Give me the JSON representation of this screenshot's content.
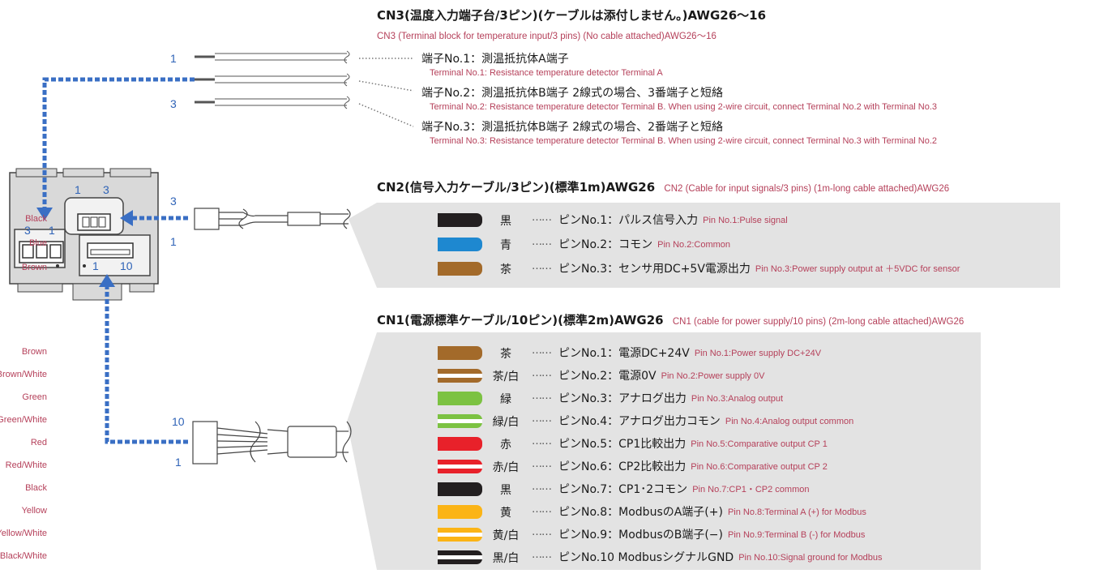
{
  "cn3": {
    "title": "CN3(温度入力端子台/3ピン)(ケーブルは添付しません。)AWG26〜16",
    "subtitle": "CN3 (Terminal block for temperature input/3 pins) (No cable attached)AWG26〜16",
    "wire_labels": [
      "1",
      "3"
    ],
    "terminals": [
      {
        "jp": "端子No.1：測温抵抗体A端子",
        "en": "Terminal No.1: Resistance temperature detector Terminal A"
      },
      {
        "jp": "端子No.2：測温抵抗体B端子 2線式の場合、3番端子と短絡",
        "en": "Terminal No.2: Resistance temperature detector Terminal B. When using 2-wire circuit, connect Terminal No.2 with Terminal No.3"
      },
      {
        "jp": "端子No.3：測温抵抗体B端子 2線式の場合、2番端子と短絡",
        "en": "Terminal No.3: Resistance temperature detector Terminal B. When using 2-wire circuit, connect Terminal No.3 with Terminal No.2"
      }
    ]
  },
  "cn2": {
    "title": "CN2(信号入力ケーブル/3ピン)(標準1m)AWG26",
    "subtitle": "CN2 (Cable for input signals/3 pins) (1m-long cable attached)AWG26",
    "connector_labels": {
      "top": "3",
      "bottom": "1"
    },
    "pins": [
      {
        "color_name": "Black",
        "kanji": "黒",
        "color": "#231f20",
        "stripe": false,
        "jp": "ピンNo.1：パルス信号入力",
        "en": "Pin No.1:Pulse signal"
      },
      {
        "color_name": "Blue",
        "kanji": "青",
        "color": "#1e88d0",
        "stripe": false,
        "jp": "ピンNo.2：コモン",
        "en": "Pin No.2:Common"
      },
      {
        "color_name": "Brown",
        "kanji": "茶",
        "color": "#a36a2a",
        "stripe": false,
        "jp": "ピンNo.3：センサ用DC+5V電源出力",
        "en": "Pin No.3:Power supply output at ＋5VDC for sensor"
      }
    ]
  },
  "cn1": {
    "title": "CN1(電源標準ケーブル/10ピン)(標準2m)AWG26",
    "subtitle": "CN1 (cable for power supply/10 pins) (2m-long cable attached)AWG26",
    "connector_labels": {
      "top": "10",
      "bottom": "1"
    },
    "pins": [
      {
        "color_name": "Brown",
        "kanji": "茶",
        "color": "#a36a2a",
        "stripe": false,
        "jp": "ピンNo.1：電源DC+24V",
        "en": "Pin No.1:Power supply DC+24V"
      },
      {
        "color_name": "Brown/White",
        "kanji": "茶/白",
        "color": "#a36a2a",
        "stripe": true,
        "jp": "ピンNo.2：電源0V",
        "en": "Pin No.2:Power supply 0V"
      },
      {
        "color_name": "Green",
        "kanji": "緑",
        "color": "#7cc242",
        "stripe": false,
        "jp": "ピンNo.3：アナログ出力",
        "en": "Pin No.3:Analog output"
      },
      {
        "color_name": "Green/White",
        "kanji": "緑/白",
        "color": "#7cc242",
        "stripe": true,
        "jp": "ピンNo.4：アナログ出力コモン",
        "en": "Pin No.4:Analog output common"
      },
      {
        "color_name": "Red",
        "kanji": "赤",
        "color": "#e8212a",
        "stripe": false,
        "jp": "ピンNo.5：CP1比較出力",
        "en": "Pin No.5:Comparative output CP 1"
      },
      {
        "color_name": "Red/White",
        "kanji": "赤/白",
        "color": "#e8212a",
        "stripe": true,
        "jp": "ピンNo.6：CP2比較出力",
        "en": "Pin No.6:Comparative output CP 2"
      },
      {
        "color_name": "Black",
        "kanji": "黒",
        "color": "#231f20",
        "stripe": false,
        "jp": "ピンNo.7：CP1･2コモン",
        "en": "Pin No.7:CP1・CP2 common"
      },
      {
        "color_name": "Yellow",
        "kanji": "黄",
        "color": "#fbb416",
        "stripe": false,
        "jp": "ピンNo.8：ModbusのA端子(+)",
        "en": "Pin No.8:Terminal A (+) for Modbus"
      },
      {
        "color_name": "Yellow/White",
        "kanji": "黄/白",
        "color": "#fbb416",
        "stripe": true,
        "jp": "ピンNo.9：ModbusのB端子(−)",
        "en": "Pin No.9:Terminal B (-) for Modbus"
      },
      {
        "color_name": "Black/White",
        "kanji": "黒/白",
        "color": "#231f20",
        "stripe": true,
        "jp": "ピンNo.10 ModbusシグナルGND",
        "en": "Pin No.10:Signal ground for Modbus"
      }
    ]
  },
  "device": {
    "cn3_labels": [
      "3",
      "1"
    ],
    "cn2_labels": [
      "1",
      "3"
    ],
    "cn1_labels": [
      "1",
      "10"
    ]
  },
  "leader_dots": "……",
  "colors": {
    "arrow": "#3a6fc4",
    "panel": "#e3e3e3",
    "accent_text": "#b5405a"
  }
}
